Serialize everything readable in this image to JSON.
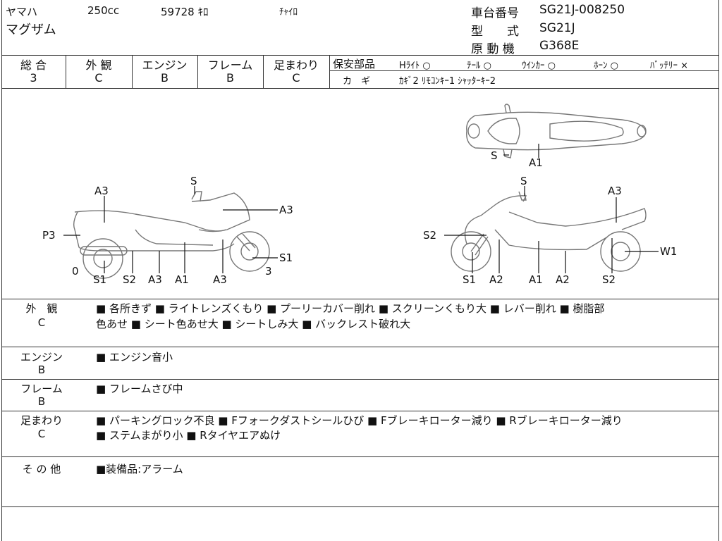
{
  "header": {
    "maker": "ヤマハ",
    "displacement": "250cc",
    "mileage": "59728 ｷﾛ",
    "color": "ﾁｬｲﾛ",
    "model_name": "マグザム",
    "frame_no_label": "車台番号",
    "frame_no": "SG21J-008250",
    "type_label": "型　　式",
    "type_value": "SG21J",
    "engine_label": "原 動 機",
    "engine_value": "G368E"
  },
  "grades": [
    {
      "label": "総 合",
      "value": "3"
    },
    {
      "label": "外 観",
      "value": "C"
    },
    {
      "label": "エンジン",
      "value": "B"
    },
    {
      "label": "フレーム",
      "value": "B"
    },
    {
      "label": "足まわり",
      "value": "C"
    }
  ],
  "safety": {
    "label": "保安部品",
    "items": [
      "Hﾗｲﾄ ○",
      "ﾃｰﾙ ○",
      "ｳｲﾝｶｰ ○",
      "ﾎｰﾝ ○",
      "ﾊﾞｯﾃﾘｰ ×"
    ]
  },
  "keys": {
    "label": "カ　ギ",
    "value": "ｶｷﾞ2 ﾘﾓｺﾝｷｰ1 ｼｬｯﾀｰｷｰ2"
  },
  "diagram": {
    "top": [
      "S",
      "A1"
    ],
    "left": [
      "S",
      "A3",
      "A3",
      "P3",
      "S1",
      "0",
      "3",
      "S1",
      "S2",
      "A3",
      "A1",
      "A3"
    ],
    "right": [
      "S",
      "A3",
      "S2",
      "W1",
      "S1",
      "A2",
      "A1",
      "A2",
      "S2"
    ]
  },
  "remarks": [
    {
      "title": "外　観",
      "grade": "C",
      "lines": [
        "■ 各所きず ■ ライトレンズくもり ■ プーリーカバー削れ ■ スクリーンくもり大 ■ レバー削れ ■ 樹脂部",
        "色あせ ■ シート色あせ大 ■ シートしみ大 ■ バックレスト破れ大"
      ]
    },
    {
      "title": "エンジン",
      "grade": "B",
      "lines": [
        "■ エンジン音小"
      ]
    },
    {
      "title": "フレーム",
      "grade": "B",
      "lines": [
        "■ フレームさび中"
      ]
    },
    {
      "title": "足まわり",
      "grade": "C",
      "lines": [
        "■ パーキングロック不良 ■ Fフォークダストシールひび ■ Fブレーキローター減り ■ Rブレーキローター減り",
        "■ ステムまがり小 ■ Rタイヤエアぬけ"
      ]
    },
    {
      "title": "そ の 他",
      "grade": "",
      "lines": [
        "■装備品:アラーム"
      ]
    }
  ]
}
